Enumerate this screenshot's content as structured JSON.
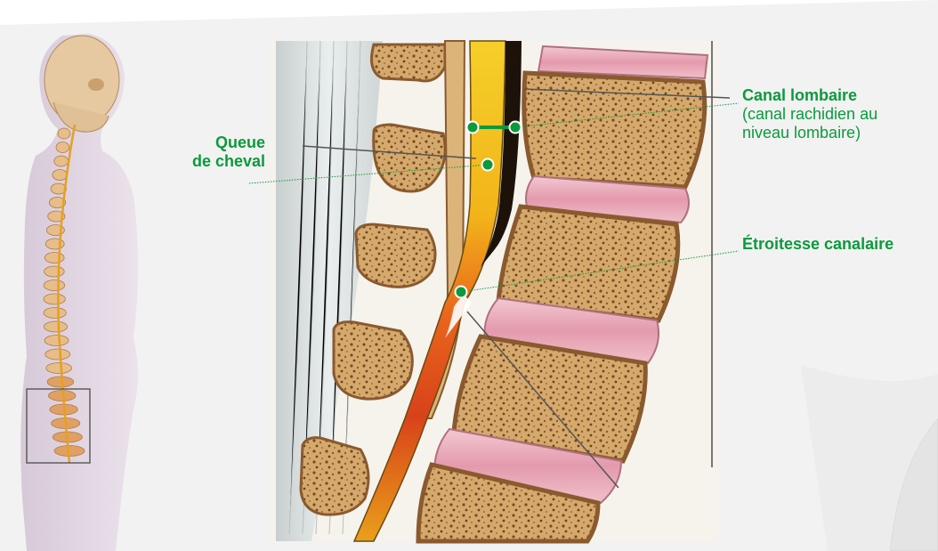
{
  "colors": {
    "accent_green": "#0a9a3c",
    "page_bg": "#f2f2f2",
    "bone": "#d9b27a",
    "bone_pore": "#7a4a24",
    "disc": "#e6a8b6",
    "nerve_yellow": "#f2c21a",
    "nerve_red": "#e0561e",
    "body_silhouette": "#d8cbd9"
  },
  "labels": {
    "queue_line1": "Queue",
    "queue_line2": "de cheval",
    "canal_title": "Canal lombaire",
    "canal_sub1": "(canal rachidien au",
    "canal_sub2": "niveau lombaire)",
    "etroitesse": "Étroitesse canalaire"
  }
}
